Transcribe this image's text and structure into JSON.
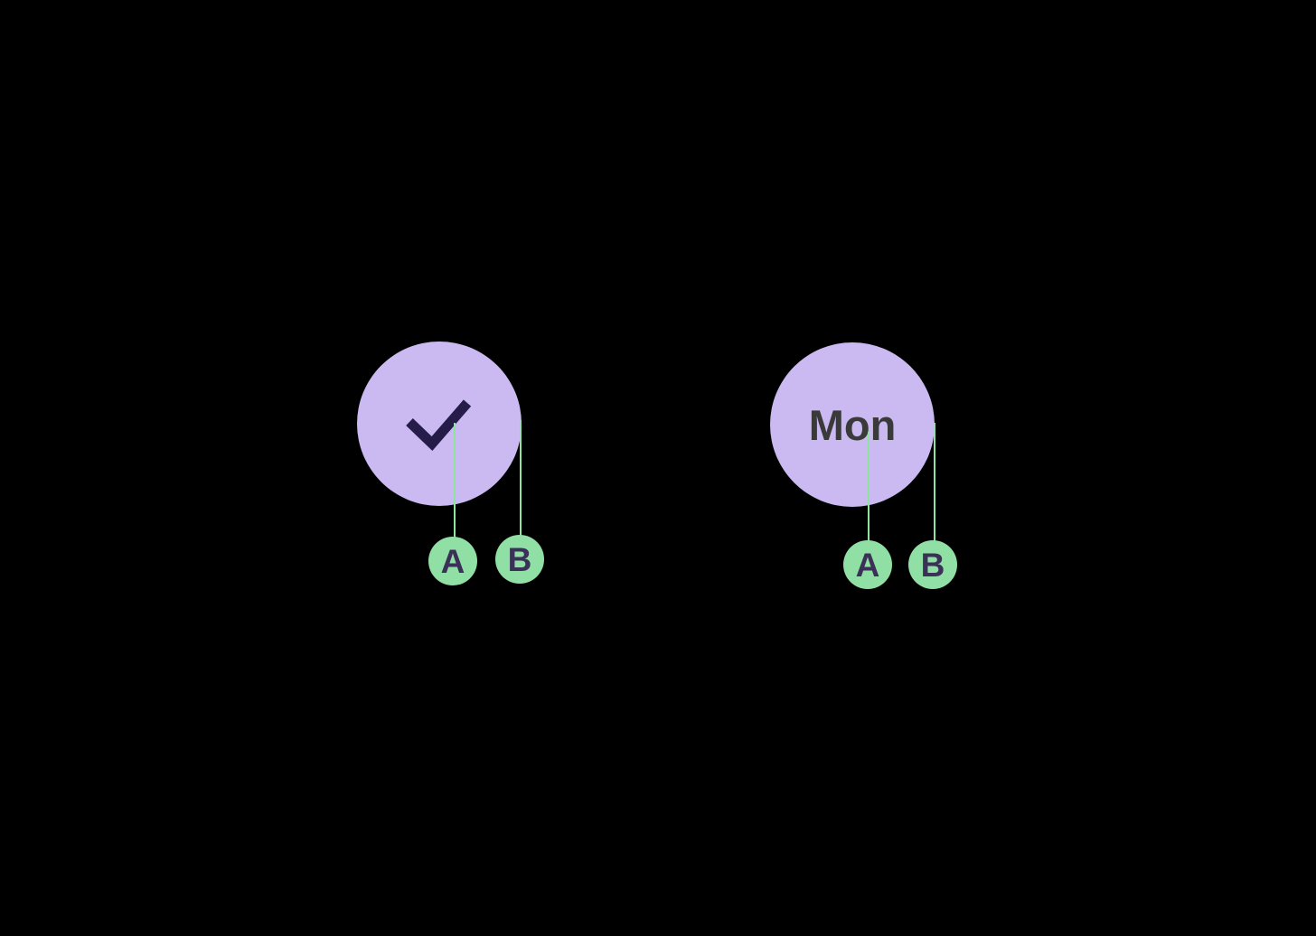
{
  "canvas": {
    "background": "#000000"
  },
  "nodes": [
    {
      "kind": "check",
      "icon": "checkmark-icon",
      "label": "",
      "ports": [
        {
          "label": "A"
        },
        {
          "label": "B"
        }
      ]
    },
    {
      "kind": "text",
      "label": "Mon",
      "ports": [
        {
          "label": "A"
        },
        {
          "label": "B"
        }
      ]
    }
  ],
  "colors": {
    "background": "#000000",
    "node_fill": "#cbbaf1",
    "port_fill": "#90dfa4",
    "connector_line": "#8be59c",
    "checkmark_stroke": "#261c4a",
    "node_text": "#3a3a3a",
    "port_text": "#3b3057"
  }
}
